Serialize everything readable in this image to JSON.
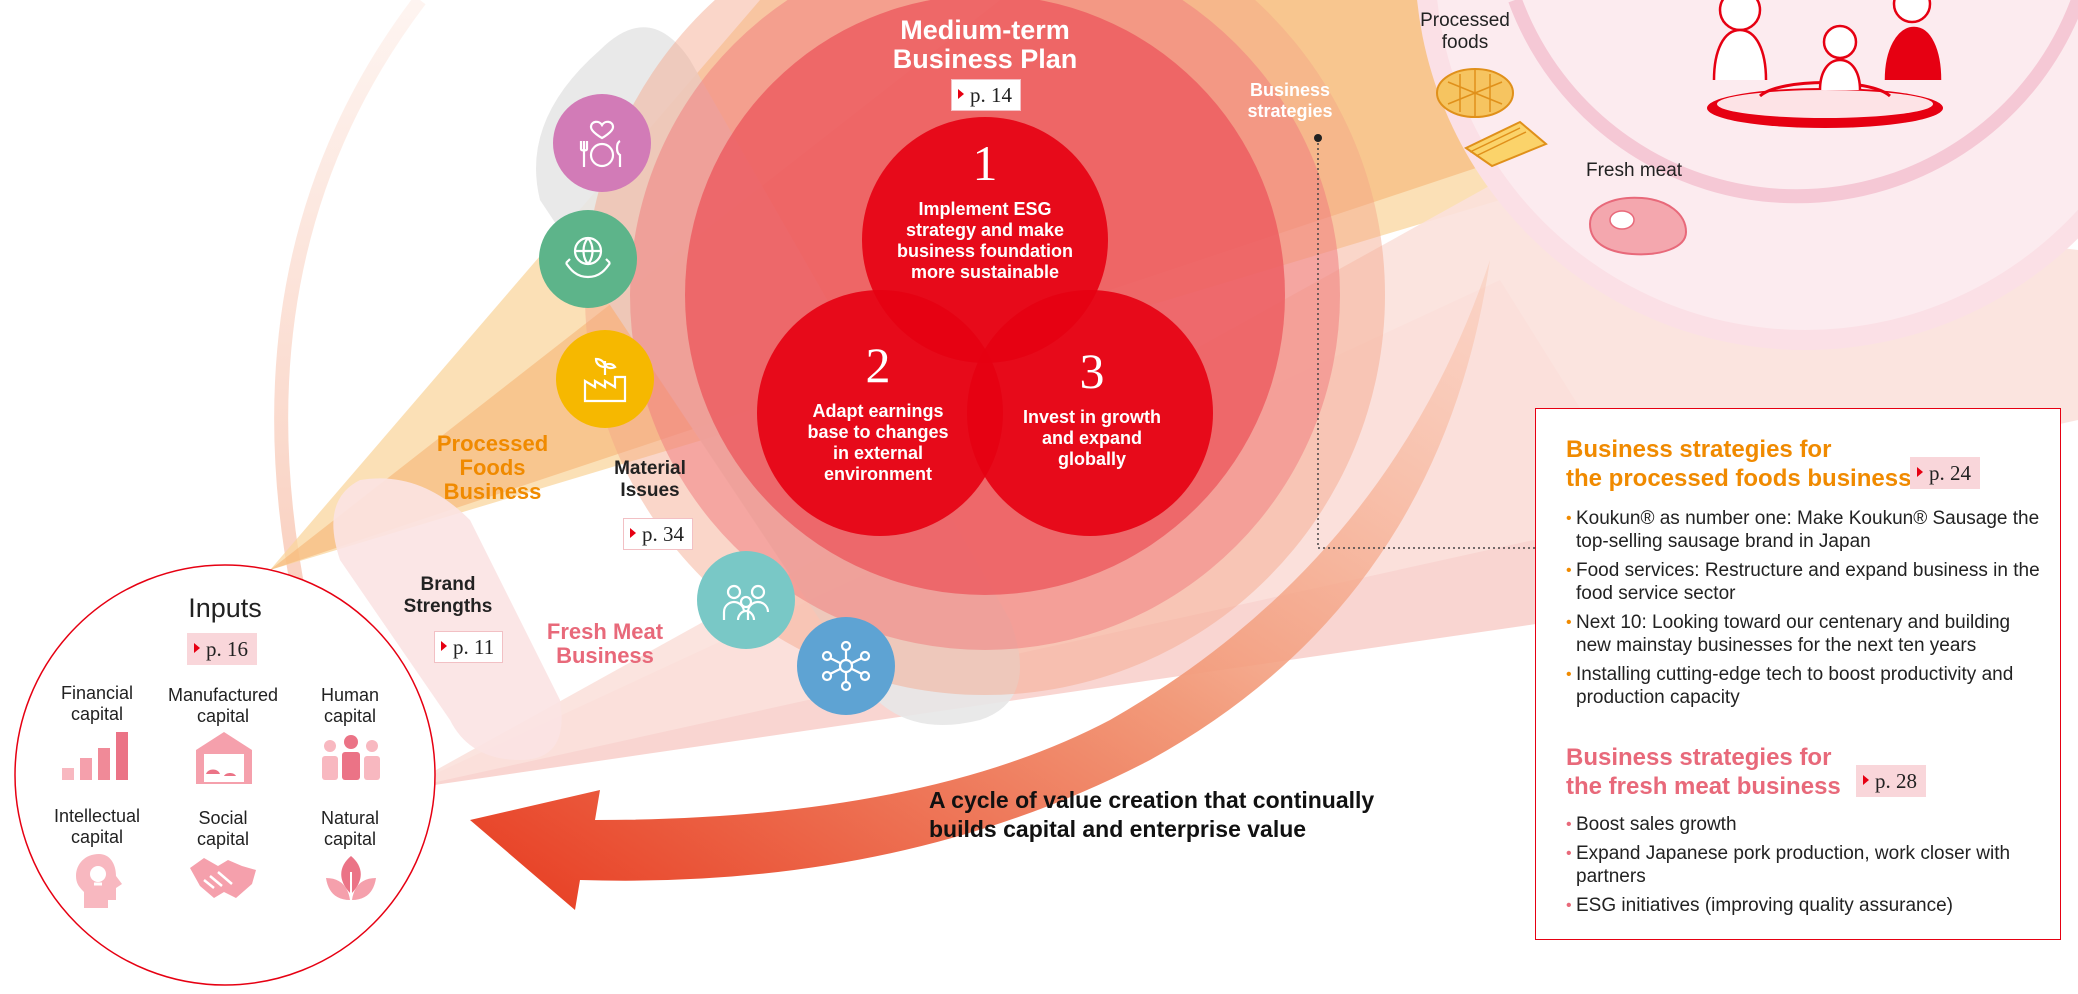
{
  "medium_term": {
    "title_line1": "Medium-term",
    "title_line2": "Business Plan",
    "ref": "p. 14"
  },
  "pillars": [
    {
      "number": "1",
      "text": [
        "Implement ESG",
        "strategy and make",
        "business foundation",
        "more sustainable"
      ]
    },
    {
      "number": "2",
      "text": [
        "Adapt earnings",
        "base to changes",
        "in external",
        "environment"
      ]
    },
    {
      "number": "3",
      "text": [
        "Invest in growth",
        "and expand",
        "globally"
      ]
    }
  ],
  "business_strategies_label": [
    "Business",
    "strategies"
  ],
  "processed_foods_business": {
    "lines": [
      "Processed",
      "Foods",
      "Business"
    ]
  },
  "fresh_meat_business": {
    "lines": [
      "Fresh Meat",
      "Business"
    ]
  },
  "material_issues": {
    "lines": [
      "Material",
      "Issues"
    ],
    "ref": "p. 34"
  },
  "brand_strengths": {
    "lines": [
      "Brand",
      "Strengths"
    ],
    "ref": "p. 11"
  },
  "products": {
    "processed": [
      "Processed",
      "foods"
    ],
    "fresh": "Fresh meat"
  },
  "inputs": {
    "title": "Inputs",
    "ref": "p. 16",
    "capitals": [
      {
        "label": [
          "Financial",
          "capital"
        ],
        "icon": "bar-chart-icon"
      },
      {
        "label": [
          "Manufactured",
          "capital"
        ],
        "icon": "factory-icon"
      },
      {
        "label": [
          "Human",
          "capital"
        ],
        "icon": "people-icon"
      },
      {
        "label": [
          "Intellectual",
          "capital"
        ],
        "icon": "idea-head-icon"
      },
      {
        "label": [
          "Social",
          "capital"
        ],
        "icon": "handshake-icon"
      },
      {
        "label": [
          "Natural",
          "capital"
        ],
        "icon": "leaf-icon"
      }
    ]
  },
  "cycle_text": [
    "A cycle of value creation that continually",
    "builds capital and enterprise value"
  ],
  "panel": {
    "processed": {
      "title": [
        "Business strategies for",
        "the processed foods business"
      ],
      "ref": "p. 24",
      "items": [
        "Koukun® as number one: Make Koukun® Sausage the top-selling sausage brand in Japan",
        "Food services: Restructure and expand business in the food service sector",
        "Next 10: Looking toward our centenary and building new mainstay businesses for the next ten years",
        "Installing cutting-edge tech to boost productivity and production capacity"
      ]
    },
    "fresh": {
      "title": [
        "Business strategies for",
        "the fresh meat business"
      ],
      "ref": "p. 28",
      "items": [
        "Boost sales growth",
        "Expand Japanese pork production, work closer with partners",
        "ESG initiatives (improving quality assurance)"
      ]
    }
  },
  "colors": {
    "red": "#e60012",
    "orange": "#f08a00",
    "pink_text": "#e8697a",
    "icon_pink": "#d27bb7",
    "icon_green": "#5db48a",
    "icon_yellow": "#f6b800",
    "icon_teal": "#79c8c6",
    "icon_blue": "#5ea3d3"
  },
  "icons": [
    "food-heart-icon",
    "globe-hands-icon",
    "sprout-factory-icon",
    "family-icon",
    "network-icon"
  ]
}
